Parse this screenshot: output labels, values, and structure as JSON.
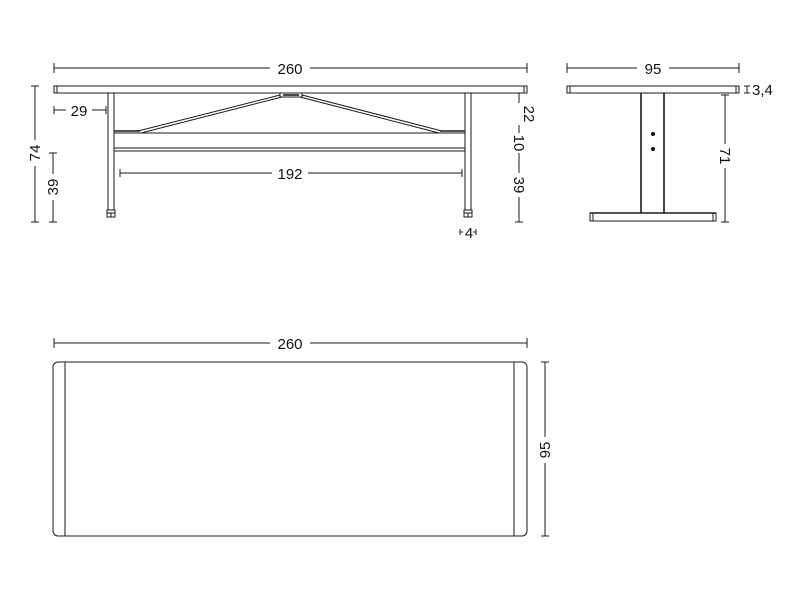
{
  "diagram": {
    "type": "technical-drawing",
    "subject": "table",
    "units": "cm",
    "colors": {
      "line": "#1a1a1a",
      "background": "#ffffff"
    },
    "front_view": {
      "overall_length": "260",
      "total_height": "74",
      "crossbar_height_left": "39",
      "leg_inset": "29",
      "inner_leg_span": "192",
      "right_stack_top": "22",
      "right_stack_mid": "10",
      "right_stack_bottom": "39",
      "foot_width": "4"
    },
    "side_view": {
      "depth": "95",
      "top_thickness": "3,4",
      "leg_height": "71"
    },
    "top_view": {
      "length": "260",
      "depth": "95"
    }
  }
}
